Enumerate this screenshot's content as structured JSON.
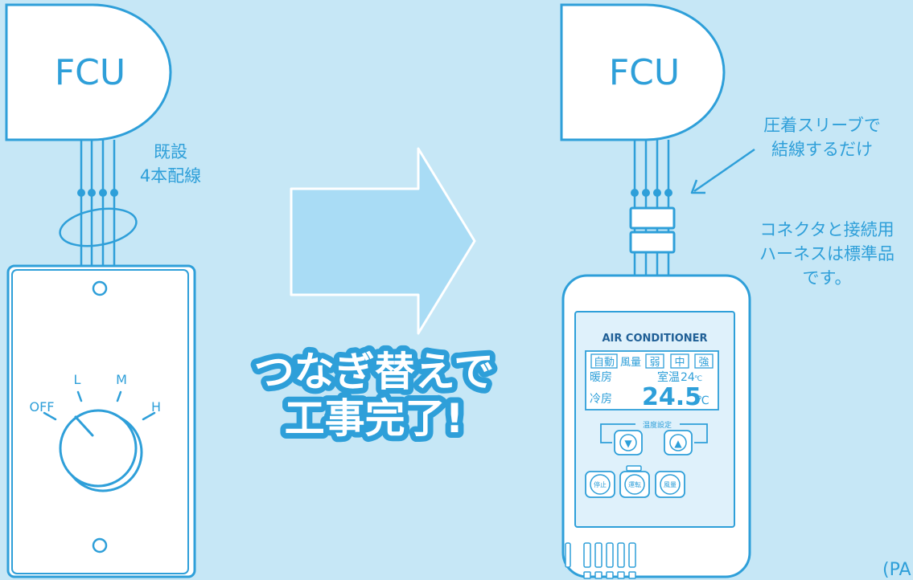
{
  "left_unit": {
    "fcu_label": "FCU",
    "wiring_label_line1": "既設",
    "wiring_label_line2": "4本配線",
    "dial_labels": {
      "off": "OFF",
      "low": "L",
      "mid": "M",
      "high": "H"
    }
  },
  "center": {
    "caption_line1": "つなぎ替えで",
    "caption_line2": "工事完了!"
  },
  "right_unit": {
    "fcu_label": "FCU",
    "note1_line1": "圧着スリーブで",
    "note1_line2": "結線するだけ",
    "note2_line1": "コネクタと接続用",
    "note2_line2": "ハーネスは標準品",
    "note2_line3": "です。",
    "controller": {
      "title": "AIR CONDITIONER",
      "mode_auto": "自動",
      "mode_fan": "風量",
      "fan_low": "弱",
      "fan_mid": "中",
      "fan_high": "強",
      "heating": "暖房",
      "room_temp_label": "室温",
      "room_temp_value": "24",
      "room_temp_unit": "℃",
      "cooling": "冷房",
      "set_temp": "24.5",
      "set_temp_unit": "℃",
      "temp_setting_label": "温度設定",
      "btn_down": "▼",
      "btn_up": "▲",
      "btn_stop": "停止",
      "btn_run": "運転",
      "btn_fan": "風量"
    }
  },
  "footer_text": "(PA",
  "colors": {
    "background": "#c6e7f6",
    "line": "#2e9fd9",
    "panel": "#ffffff",
    "arrow": "#a9dcf5",
    "display": "#dff1fb"
  }
}
